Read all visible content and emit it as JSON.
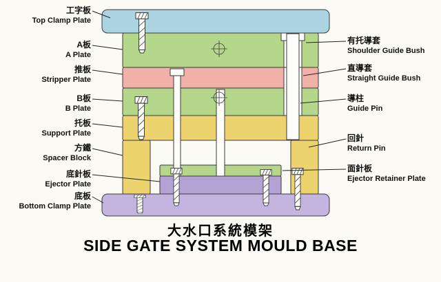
{
  "title": {
    "chinese": "大水口系統模架",
    "english": "SIDE GATE SYSTEM MOULD BASE"
  },
  "left_labels": [
    {
      "chinese": "工字板",
      "english": "Top Clamp Plate"
    },
    {
      "chinese": "A板",
      "english": "A Plate"
    },
    {
      "chinese": "推板",
      "english": "Stripper Plate"
    },
    {
      "chinese": "B板",
      "english": "B Plate"
    },
    {
      "chinese": "托板",
      "english": "Support Plate"
    },
    {
      "chinese": "方鐵",
      "english": "Spacer Block"
    },
    {
      "chinese": "底針板",
      "english": "Ejector Plate"
    },
    {
      "chinese": "底板",
      "english": "Bottom Clamp Plate"
    }
  ],
  "right_labels": [
    {
      "chinese": "有托導套",
      "english": "Shoulder Guide Bush"
    },
    {
      "chinese": "直導套",
      "english": "Straight Guide Bush"
    },
    {
      "chinese": "導柱",
      "english": "Guide Pin"
    },
    {
      "chinese": "回針",
      "english": "Return Pin"
    },
    {
      "chinese": "面針板",
      "english": "Ejector Retainer Plate"
    }
  ],
  "colors": {
    "top_clamp_plate": "#abd3e2",
    "green_plate": "#b5d78b",
    "pink_plate": "#f1b1a9",
    "yellow_plate": "#edd36e",
    "purple_plate": "#b3a3d5",
    "bottom_clamp_plate": "#c3b5df",
    "outline": "#3a3a3a",
    "background": "#fbfaf5"
  }
}
